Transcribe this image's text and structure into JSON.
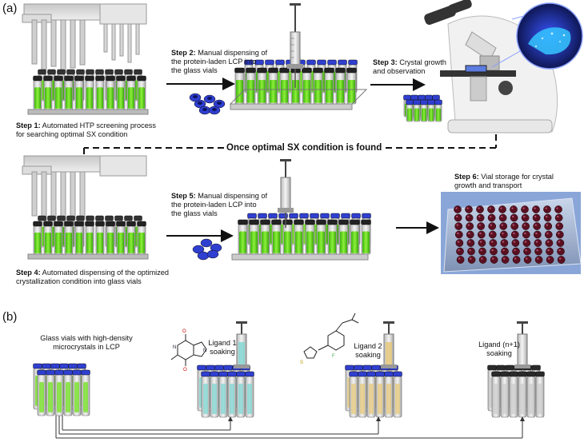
{
  "panel_a_label": "(a)",
  "panel_b_label": "(b)",
  "step1": {
    "head": "Step 1:",
    "text": " Automated HTP screening process",
    "line2": "for searching optimal SX condition"
  },
  "step2": {
    "head": "Step 2:",
    "text": " Manual dispensing of",
    "line2": "the protein-laden LCP into",
    "line3": "the glass vials"
  },
  "step3": {
    "head": "Step 3:",
    "text": " Crystal growth",
    "line2": "and observation"
  },
  "banner": "Once optimal SX condition is found",
  "step4": {
    "head": "Step 4:",
    "text": " Automated dispensing of the optimized",
    "line2": "crystallization condition into glass vials"
  },
  "step5": {
    "head": "Step 5:",
    "text": " Manual dispensing of",
    "line2": "the protein-laden LCP into",
    "line3": "the glass vials"
  },
  "step6": {
    "head": "Step 6:",
    "text": " Vial storage for crystal",
    "line2": "growth and transport"
  },
  "panel_b": {
    "vials": {
      "line1": "Glass vials with high-density",
      "line2": "microcrystals in LCP"
    },
    "ligand1": {
      "line1": "Ligand 1",
      "line2": "soaking"
    },
    "ligand2": {
      "line1": "Ligand 2",
      "line2": "soaking"
    },
    "ligandn": {
      "line1": "Ligand (n+1)",
      "line2": "soaking"
    }
  },
  "colors": {
    "vial_cap": "#2f3fd0",
    "liquid_green": "#6fe21a",
    "ligand1_tint": "#7fd6d2",
    "ligand2_tint": "#e6c87a",
    "dark_cap": "#2a2a2a",
    "arrow": "#111111"
  }
}
